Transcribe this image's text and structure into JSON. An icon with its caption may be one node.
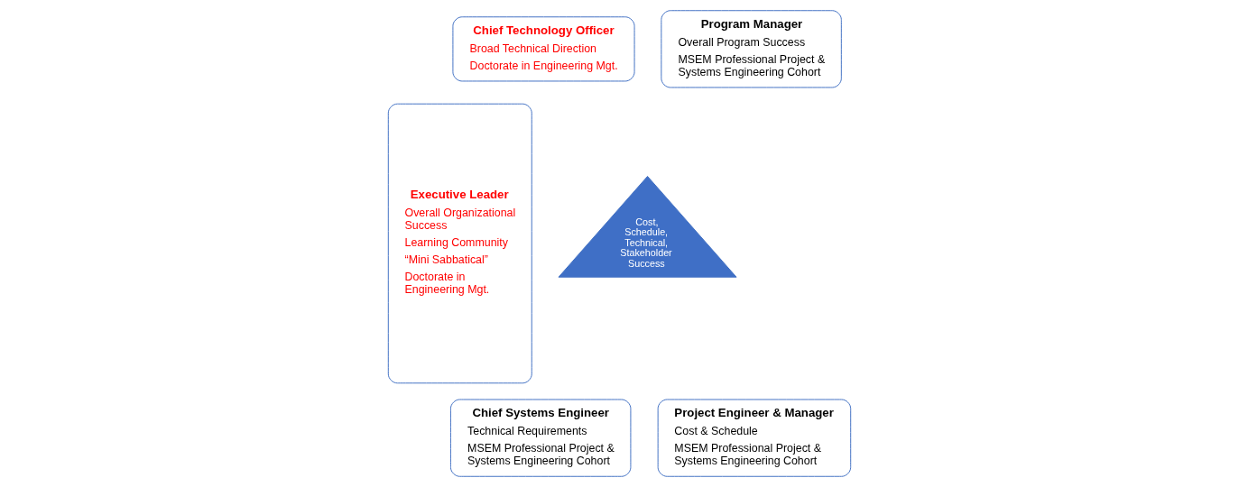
{
  "diagram": {
    "nodes": [
      {
        "text": [
          "Executive Leader",
          "Overall Organizational Success",
          "Learning Community",
          "“Mini Sabbatical”",
          "Doctorate in Engineering Mgt."
        ]
      },
      {
        "text": [
          "Chief Technology Officer",
          "Broad Technical Direction",
          "Doctorate in Engineering Mgt."
        ]
      },
      {
        "text": [
          "Program Manager",
          "Overall Program Success",
          "MSEM Professional Project & Systems Engineering Cohort"
        ]
      },
      {
        "text": [
          "Cost, Schedule, Technical, Stakeholder Success"
        ]
      },
      {
        "text": [
          "Chief Systems Engineer",
          "Technical Requirements",
          "MSEM Professional Project & Systems Engineering Cohort"
        ]
      },
      {
        "text": [
          "Project Engineer & Manager",
          "Cost & Schedule",
          "MSEM Professional Project & Systems Engineering Cohort"
        ]
      }
    ],
    "edges": []
  }
}
